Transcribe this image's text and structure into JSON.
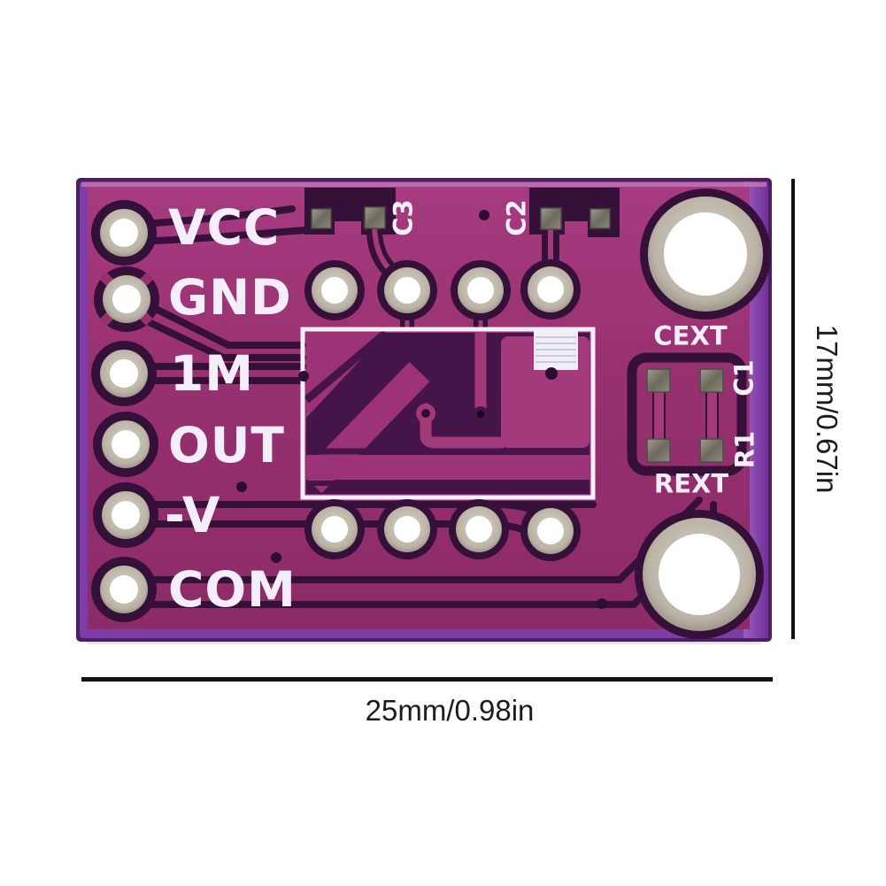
{
  "board": {
    "left_pins": [
      "VCC",
      "GND",
      "1M",
      "OUT",
      "-V",
      "COM"
    ],
    "top_refs": [
      "C3",
      "C2"
    ],
    "right_refs": [
      "CEXT",
      "C1",
      "R1",
      "REXT"
    ],
    "colors": {
      "pcb_magenta": "#97306f",
      "pcb_trace_gap_dark": "#351039",
      "pcb_ic_area_dark": "#451549",
      "pcb_edge_violet": "#8a4ab2",
      "silkscreen_white": "#f4eefa",
      "plated_hole_silver": "#c9c3b8",
      "annotation_black": "#111111"
    }
  },
  "dimensions": {
    "width_label": "25mm/0.98in",
    "height_label": "17mm/0.67in"
  }
}
